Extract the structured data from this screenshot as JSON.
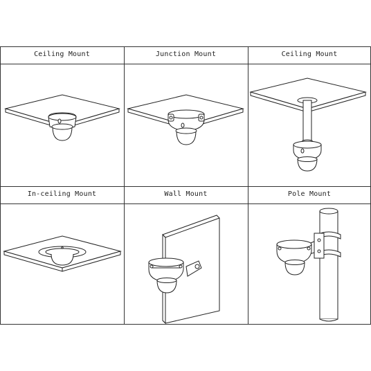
{
  "panels": [
    {
      "label": "Ceiling Mount",
      "icon": "ceiling-mount-illustration"
    },
    {
      "label": "Junction Mount",
      "icon": "junction-mount-illustration"
    },
    {
      "label": "Ceiling Mount",
      "icon": "pendant-ceiling-mount-illustration"
    },
    {
      "label": "In-ceiling Mount",
      "icon": "in-ceiling-mount-illustration"
    },
    {
      "label": "Wall Mount",
      "icon": "wall-mount-illustration"
    },
    {
      "label": "Pole Mount",
      "icon": "pole-mount-illustration"
    }
  ]
}
